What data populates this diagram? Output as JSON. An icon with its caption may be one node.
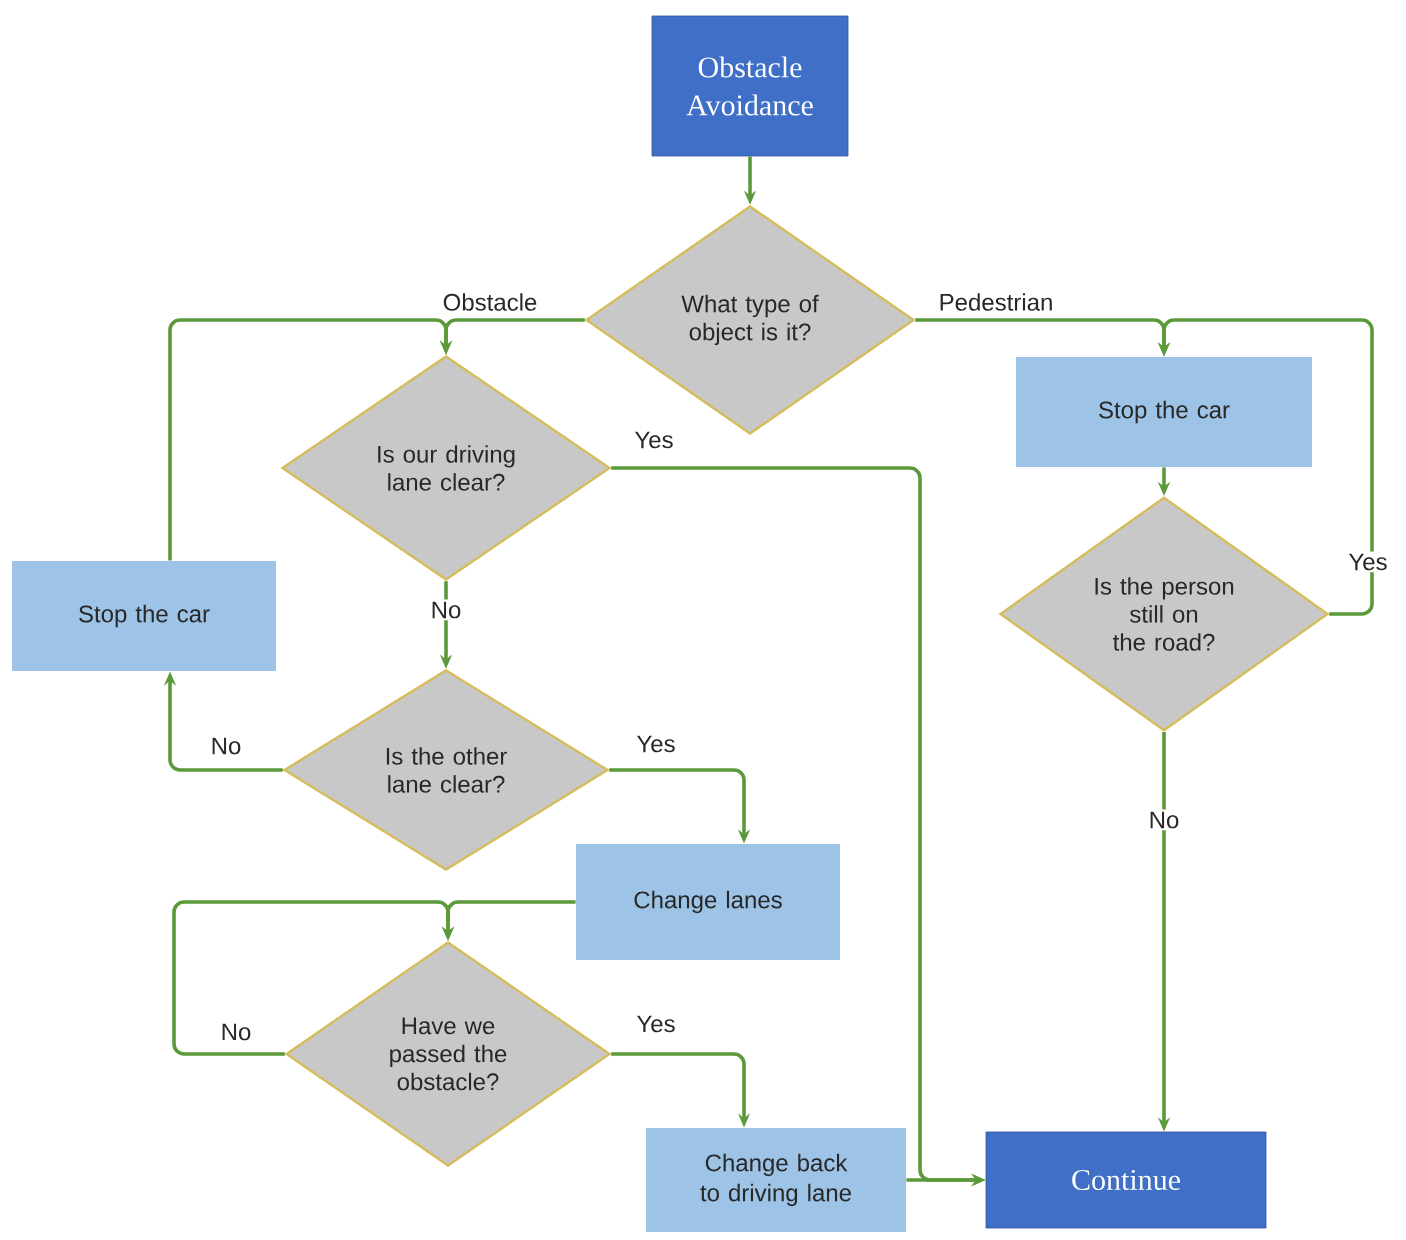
{
  "diagram": {
    "nodes": [
      {
        "text": [
          "Obstacle Avoidance"
        ]
      },
      {
        "text": [
          "What type of object is it?"
        ]
      },
      {
        "text": [
          "Is our driving lane clear?"
        ]
      },
      {
        "text": [
          "Stop the car"
        ]
      },
      {
        "text": [
          "Is the other lane clear?"
        ]
      },
      {
        "text": [
          "Change lanes"
        ]
      },
      {
        "text": [
          "Have we passed the obstacle?"
        ]
      },
      {
        "text": [
          "Change back to driving lane"
        ]
      },
      {
        "text": [
          "Stop the car"
        ]
      },
      {
        "text": [
          "Is the person still on the road?"
        ]
      },
      {
        "text": [
          "Continue"
        ]
      }
    ],
    "edges": [
      {
        "from": 0,
        "to": 1,
        "arrow": "to"
      },
      {
        "from": 1,
        "to": 2,
        "arrow": "to",
        "label": "Obstacle"
      },
      {
        "from": 1,
        "to": 8,
        "arrow": "to",
        "label": "Pedestrian"
      },
      {
        "from": 2,
        "to": 10,
        "arrow": "to",
        "label": "Yes"
      },
      {
        "from": 2,
        "to": 4,
        "arrow": "to",
        "label": "No"
      },
      {
        "from": 4,
        "to": 3,
        "arrow": "to",
        "label": "No"
      },
      {
        "from": 3,
        "to": 2,
        "arrow": "to"
      },
      {
        "from": 4,
        "to": 5,
        "arrow": "to",
        "label": "Yes"
      },
      {
        "from": 5,
        "to": 6,
        "arrow": "to"
      },
      {
        "from": 6,
        "to": 6,
        "arrow": "to",
        "label": "No"
      },
      {
        "from": 6,
        "to": 7,
        "arrow": "to",
        "label": "Yes"
      },
      {
        "from": 7,
        "to": 10,
        "arrow": "to"
      },
      {
        "from": 8,
        "to": 9,
        "arrow": "to"
      },
      {
        "from": 9,
        "to": 8,
        "arrow": "to",
        "label": "Yes"
      },
      {
        "from": 9,
        "to": 10,
        "arrow": "to",
        "label": "No"
      }
    ]
  }
}
